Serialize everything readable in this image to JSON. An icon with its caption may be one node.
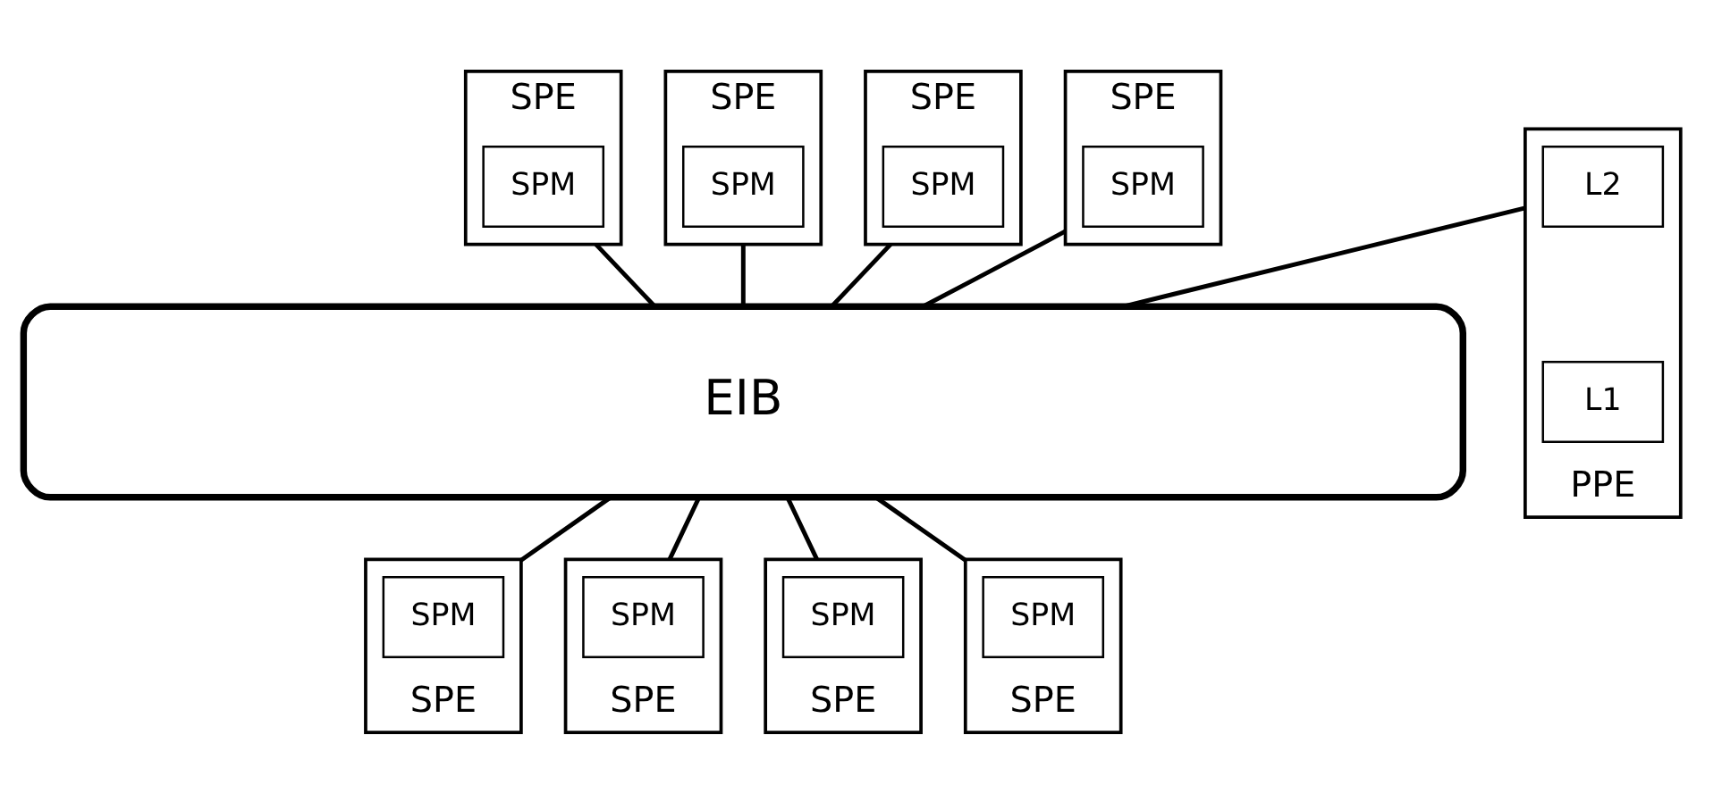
{
  "diagram": {
    "nodes": [
      {
        "text": [
          "SPE"
        ]
      },
      {
        "text": [
          "SPM"
        ],
        "in": 0
      },
      {
        "text": [
          "SPE"
        ]
      },
      {
        "text": [
          "SPM"
        ],
        "in": 2
      },
      {
        "text": [
          "SPE"
        ]
      },
      {
        "text": [
          "SPM"
        ],
        "in": 4
      },
      {
        "text": [
          "SPE"
        ]
      },
      {
        "text": [
          "SPM"
        ],
        "in": 6
      },
      {
        "text": [
          "PPE"
        ]
      },
      {
        "text": [
          "L2"
        ],
        "in": 8
      },
      {
        "text": [
          "L1"
        ],
        "in": 8
      },
      {
        "text": [
          "EIB"
        ]
      },
      {
        "text": [
          "SPE"
        ]
      },
      {
        "text": [
          "SPM"
        ],
        "in": 12
      },
      {
        "text": [
          "SPE"
        ]
      },
      {
        "text": [
          "SPM"
        ],
        "in": 14
      },
      {
        "text": [
          "SPE"
        ]
      },
      {
        "text": [
          "SPM"
        ],
        "in": 16
      },
      {
        "text": [
          "SPE"
        ]
      },
      {
        "text": [
          "SPM"
        ],
        "in": 18
      }
    ],
    "edges": [
      {
        "from": 0,
        "to": 11,
        "arrow": "none"
      },
      {
        "from": 2,
        "to": 11,
        "arrow": "none"
      },
      {
        "from": 4,
        "to": 11,
        "arrow": "none"
      },
      {
        "from": 6,
        "to": 11,
        "arrow": "none"
      },
      {
        "from": 8,
        "to": 11,
        "arrow": "none"
      },
      {
        "from": 11,
        "to": 12,
        "arrow": "none"
      },
      {
        "from": 11,
        "to": 14,
        "arrow": "none"
      },
      {
        "from": 11,
        "to": 16,
        "arrow": "none"
      },
      {
        "from": 11,
        "to": 18,
        "arrow": "none"
      }
    ]
  }
}
